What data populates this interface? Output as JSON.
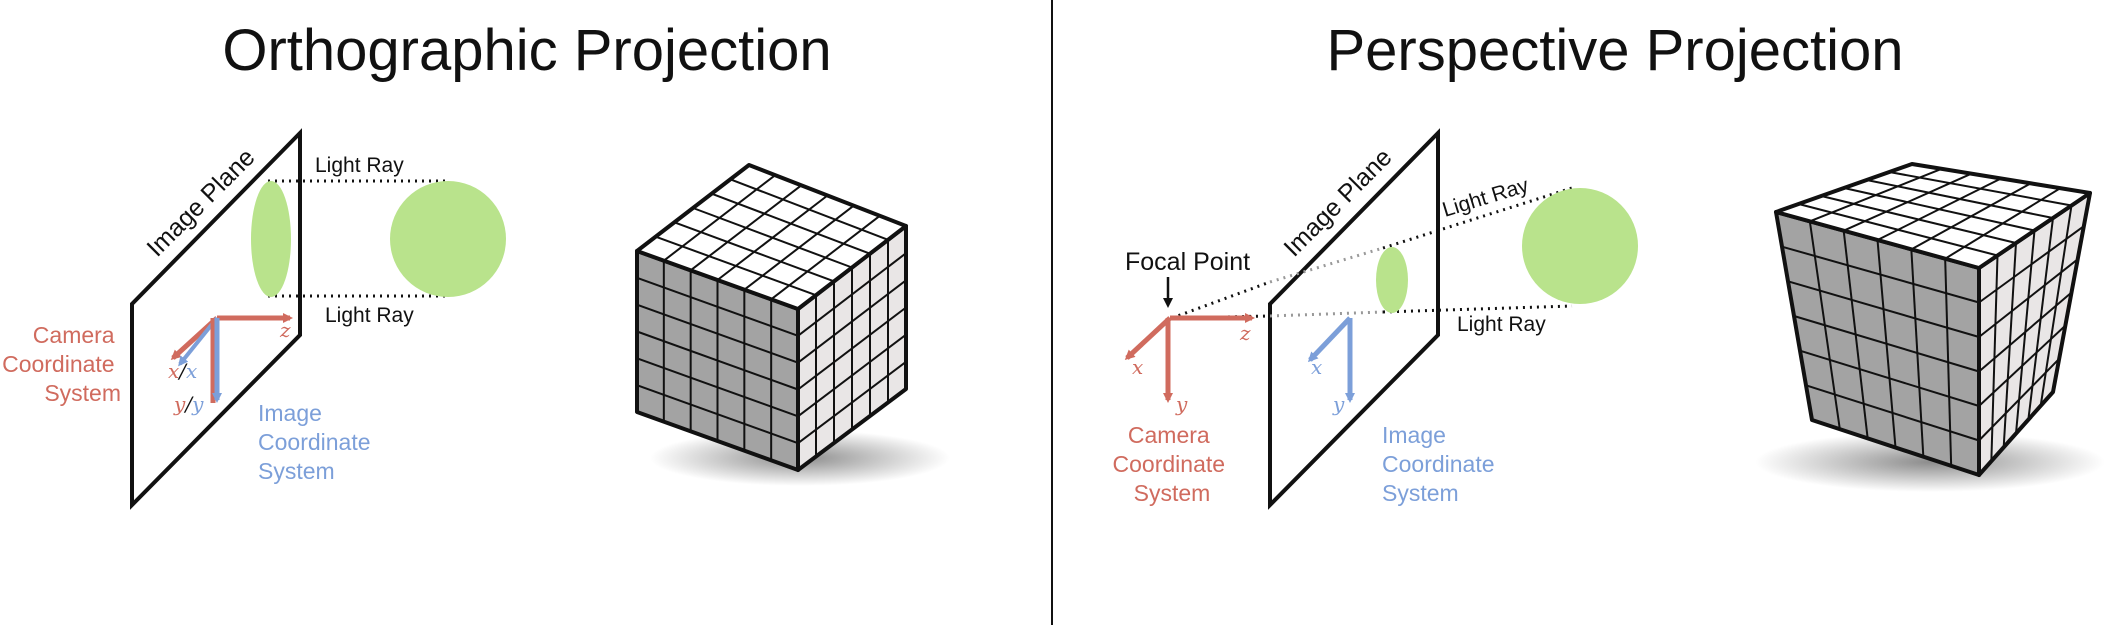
{
  "left_panel": {
    "title": "Orthographic Projection",
    "image_plane_label": "Image Plane",
    "light_ray_top": "Light Ray",
    "light_ray_bottom": "Light Ray",
    "camera_system": [
      "Camera",
      "Coordinate",
      "System"
    ],
    "image_system": [
      "Image",
      "Coordinate",
      "System"
    ],
    "axis_x_cam": "x",
    "axis_x_img": "x",
    "axis_y_cam": "y",
    "axis_y_img": "y",
    "axis_slash": "/",
    "axis_z": "z"
  },
  "right_panel": {
    "title": "Perspective Projection",
    "image_plane_label": "Image Plane",
    "focal_point": "Focal Point",
    "light_ray_top": "Light Ray",
    "light_ray_bottom": "Light Ray",
    "camera_system": [
      "Camera",
      "Coordinate",
      "System"
    ],
    "image_system": [
      "Image",
      "Coordinate",
      "System"
    ],
    "axis_x_cam": "x",
    "axis_y_cam": "y",
    "axis_z": "z",
    "axis_x_img": "x",
    "axis_y_img": "y"
  },
  "colors": {
    "camera": "#d06b5e",
    "image": "#7c9fd9",
    "sphere": "#b9e38c",
    "cube_front": "#a3a3a3",
    "cube_side": "#e9e6e6",
    "cube_top": "#ffffff"
  },
  "icons": [
    "focal-point-arrow-icon"
  ]
}
